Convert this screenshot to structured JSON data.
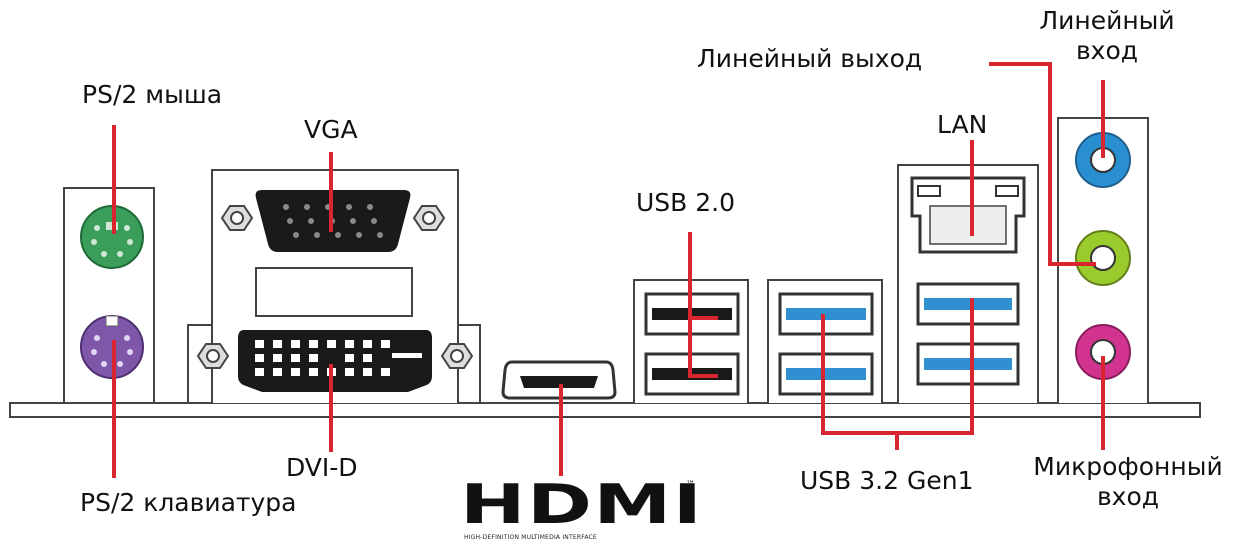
{
  "labels": {
    "ps2_mouse": "PS/2 мыша",
    "vga": "VGA",
    "usb20": "USB 2.0",
    "lan": "LAN",
    "line_out": "Линейный выход",
    "line_in_1": "Линейный",
    "line_in_2": "вход",
    "dvid": "DVI-D",
    "ps2_keyboard": "PS/2 клавиатура",
    "usb32": "USB 3.2 Gen1",
    "mic_1": "Микрофонный",
    "mic_2": "вход"
  },
  "hdmi_logo": {
    "word": "HDMI",
    "tm": "™",
    "tagline": "HIGH-DEFINITION MULTIMEDIA INTERFACE"
  },
  "colors": {
    "callout": "#d9252f",
    "ps2_mouse": "#3a9d5a",
    "ps2_keyboard": "#7f57a8",
    "usb3": "#2f8fd0",
    "audio_line_in": "#2a8fd0",
    "audio_line_out": "#9acb2d",
    "audio_mic": "#d1338e",
    "port_body": "#1a1a1a",
    "outline": "#333333"
  }
}
